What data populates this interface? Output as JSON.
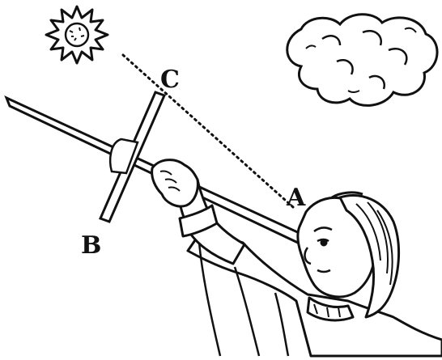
{
  "labels": {
    "c": "C",
    "a": "A",
    "b": "B"
  },
  "colors": {
    "ink": "#111111",
    "paper": "#ffffff"
  },
  "icons": [
    "star-icon",
    "cloud-icon"
  ]
}
